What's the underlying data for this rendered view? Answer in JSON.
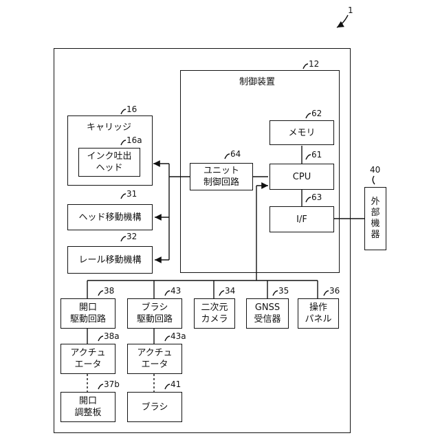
{
  "ref_main": "1",
  "control_unit": {
    "title": "制御装置",
    "ref": "12"
  },
  "carriage": {
    "title": "キャリッジ",
    "ref": "16"
  },
  "ink_head": {
    "label": "インク吐出\nヘッド",
    "ref": "16a"
  },
  "memory": {
    "label": "メモリ",
    "ref": "62"
  },
  "cpu": {
    "label": "CPU",
    "ref": "61"
  },
  "unit_ctrl": {
    "label": "ユニット\n制御回路",
    "ref": "64"
  },
  "if": {
    "label": "I/F",
    "ref": "63"
  },
  "external": {
    "label": "外\n部\n機\n器",
    "ref": "40"
  },
  "head_move": {
    "label": "ヘッド移動機構",
    "ref": "31"
  },
  "rail_move": {
    "label": "レール移動機構",
    "ref": "32"
  },
  "open_drive": {
    "label": "開口\n駆動回路",
    "ref": "38"
  },
  "brush_drive": {
    "label": "ブラシ\n駆動回路",
    "ref": "43"
  },
  "camera": {
    "label": "二次元\nカメラ",
    "ref": "34"
  },
  "gnss": {
    "label": "GNSS\n受信器",
    "ref": "35"
  },
  "panel": {
    "label": "操作\nパネル",
    "ref": "36"
  },
  "actuator_a": {
    "label": "アクチュ\nエータ",
    "ref": "38a"
  },
  "actuator_b": {
    "label": "アクチュ\nエータ",
    "ref": "43a"
  },
  "open_plate": {
    "label": "開口\n調整板",
    "ref": "37b"
  },
  "brush": {
    "label": "ブラシ",
    "ref": "41"
  }
}
